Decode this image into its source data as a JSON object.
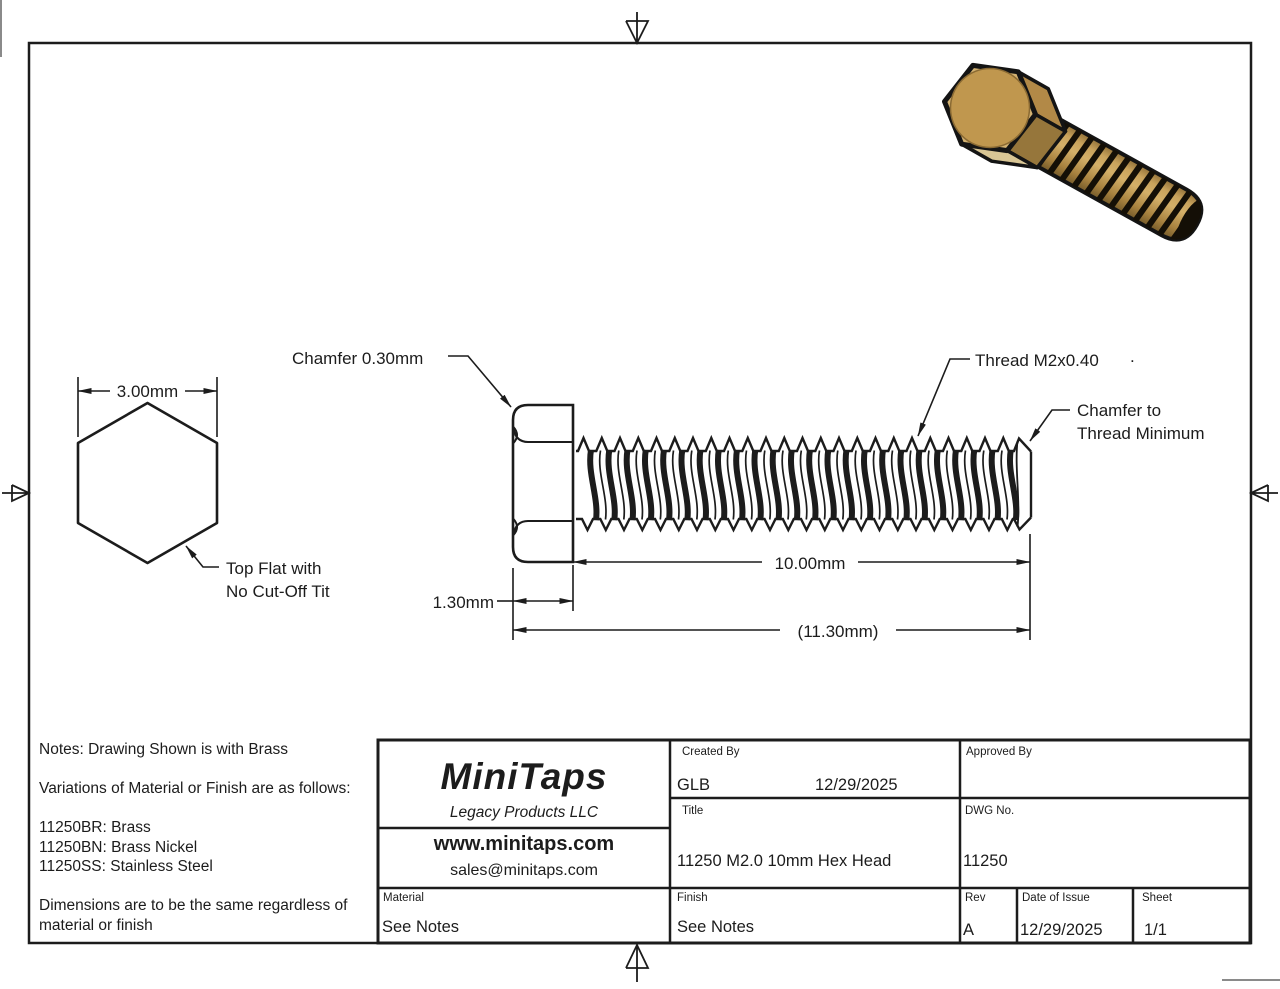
{
  "drawing": {
    "annotations": {
      "chamfer_head": "Chamfer 0.30mm",
      "thread_spec": "Thread M2x0.40",
      "stray_dot": ".",
      "chamfer_tip_line1": "Chamfer to",
      "chamfer_tip_line2": "Thread Minimum",
      "top_flat_line1": "Top Flat with",
      "top_flat_line2": "No Cut-Off Tit"
    },
    "dimensions": {
      "across_flats": "3.00mm",
      "thread_length": "10.00mm",
      "head_height": "1.30mm",
      "overall_length": "(11.30mm)"
    }
  },
  "notes": {
    "line1": "Notes: Drawing Shown is with Brass",
    "line2": "Variations of Material or Finish are as follows:",
    "line3": "11250BR: Brass",
    "line4": "11250BN: Brass Nickel",
    "line5": "11250SS: Stainless Steel",
    "line6": "Dimensions are to be the same regardless of",
    "line7": "material or finish"
  },
  "title_block": {
    "brand_name": "MiniTaps",
    "brand_tagline": "Legacy Products LLC",
    "brand_url": "www.minitaps.com",
    "brand_email": "sales@minitaps.com",
    "created_by_label": "Created By",
    "created_by_value": "GLB",
    "created_date": "12/29/2025",
    "approved_by_label": "Approved By",
    "approved_by_value": "",
    "title_label": "Title",
    "title_value": "11250 M2.0 10mm Hex Head",
    "dwg_label": "DWG No.",
    "dwg_value": "11250",
    "material_label": "Material",
    "material_value": "See Notes",
    "finish_label": "Finish",
    "finish_value": "See Notes",
    "rev_label": "Rev",
    "rev_value": "A",
    "date_of_issue_label": "Date of Issue",
    "date_of_issue_value": "12/29/2025",
    "sheet_label": "Sheet",
    "sheet_value": "1/1"
  },
  "colors": {
    "line": "#1c1c1c",
    "brass_face": "#d3b272",
    "brass_circle": "#c0974e",
    "brass_facet_top": "#b28947",
    "brass_facet_side": "#96763b",
    "brass_facet_bottom": "#d9c695",
    "outline_black": "#141414"
  }
}
